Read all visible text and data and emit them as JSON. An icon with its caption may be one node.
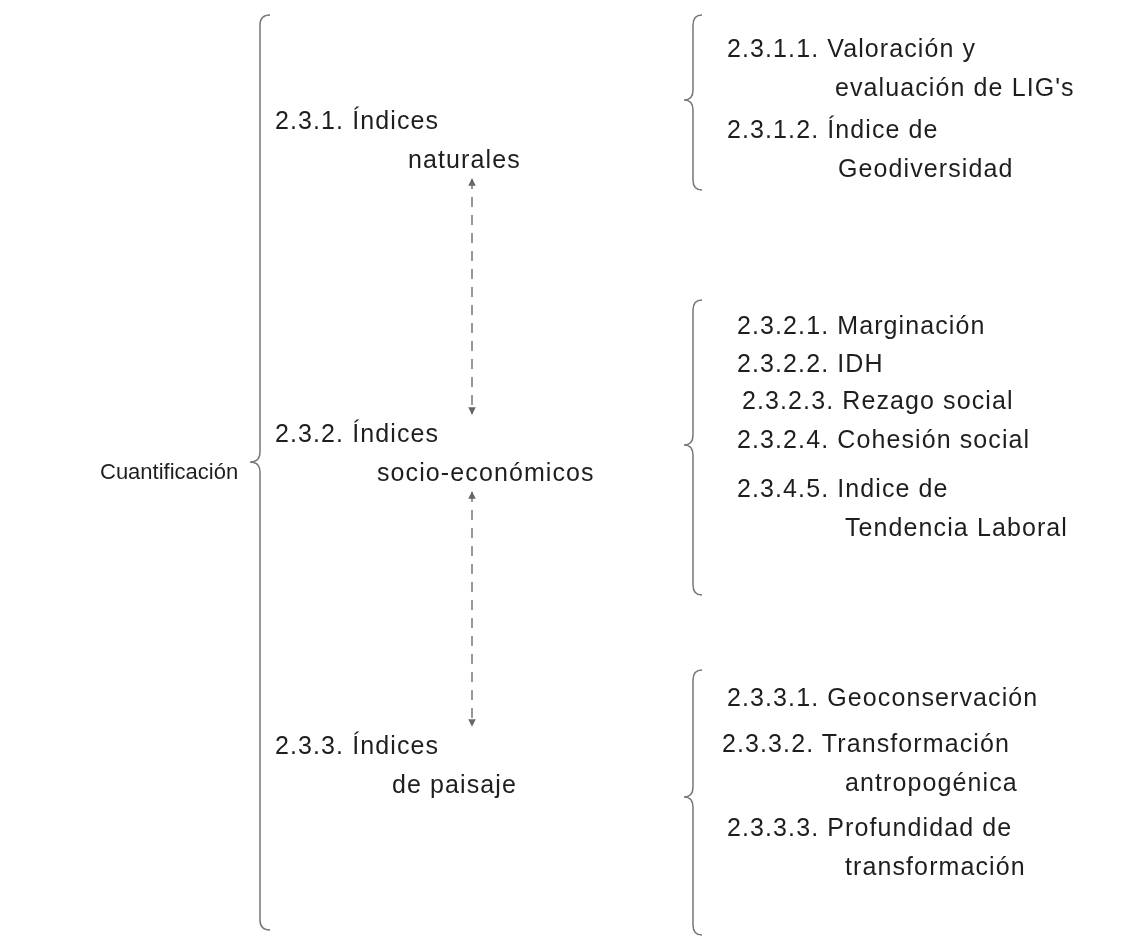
{
  "diagram": {
    "nodes": [
      {
        "text": [
          "Cuantificación"
        ]
      },
      {
        "text": [
          "2.3.1. Índices naturales"
        ]
      },
      {
        "text": [
          "2.3.1.1. Valoración y evaluación de LIG's"
        ]
      },
      {
        "text": [
          "2.3.1.2. Índice de Geodiversidad"
        ]
      },
      {
        "text": [
          "2.3.2. Índices socio-económicos"
        ]
      },
      {
        "text": [
          "2.3.2.1. Marginación"
        ]
      },
      {
        "text": [
          "2.3.2.2. IDH"
        ]
      },
      {
        "text": [
          "2.3.2.3. Rezago social"
        ]
      },
      {
        "text": [
          "2.3.2.4. Cohesión social"
        ]
      },
      {
        "text": [
          "2.3.4.5. Indice de Tendencia Laboral"
        ]
      },
      {
        "text": [
          "2.3.3. Índices de paisaje"
        ]
      },
      {
        "text": [
          "2.3.3.1. Geoconservación"
        ]
      },
      {
        "text": [
          "2.3.3.2. Transformación antropogénica"
        ]
      },
      {
        "text": [
          "2.3.3.3. Profundidad de transformación"
        ]
      }
    ],
    "edges": [
      {
        "from": 1,
        "to": 4,
        "arrow": "both",
        "style": "dashed"
      },
      {
        "from": 4,
        "to": 10,
        "arrow": "both",
        "style": "dashed"
      }
    ]
  }
}
